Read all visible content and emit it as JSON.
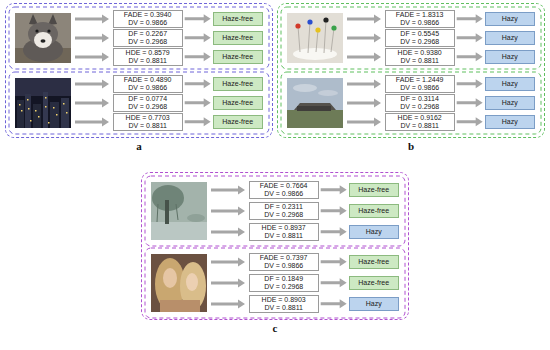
{
  "diagram": {
    "nodes": [
      {
        "text": [
          "a"
        ]
      },
      {
        "text": [
          "FADE = 0.3940",
          "DV = 0.9866"
        ],
        "in": 0
      },
      {
        "text": [
          "Haze-free"
        ],
        "in": 0
      },
      {
        "text": [
          "DF = 0.2267",
          "DV = 0.2968"
        ],
        "in": 0
      },
      {
        "text": [
          "Haze-free"
        ],
        "in": 0
      },
      {
        "text": [
          "HDE = 0.8579",
          "DV = 0.8811"
        ],
        "in": 0
      },
      {
        "text": [
          "Haze-free"
        ],
        "in": 0
      },
      {
        "text": [
          "FADE = 0.4890",
          "DV = 0.9866"
        ],
        "in": 0
      },
      {
        "text": [
          "Haze-free"
        ],
        "in": 0
      },
      {
        "text": [
          "DF = 0.0774",
          "DV = 0.2968"
        ],
        "in": 0
      },
      {
        "text": [
          "Haze-free"
        ],
        "in": 0
      },
      {
        "text": [
          "HDE = 0.7703",
          "DV = 0.8811"
        ],
        "in": 0
      },
      {
        "text": [
          "Haze-free"
        ],
        "in": 0
      },
      {
        "text": [
          "b"
        ]
      },
      {
        "text": [
          "FADE = 1.8313",
          "DV = 0.9866"
        ],
        "in": 13
      },
      {
        "text": [
          "Hazy"
        ],
        "in": 13
      },
      {
        "text": [
          "DF = 0.5545",
          "DV = 0.2968"
        ],
        "in": 13
      },
      {
        "text": [
          "Hazy"
        ],
        "in": 13
      },
      {
        "text": [
          "HDE = 0.9380",
          "DV = 0.8811"
        ],
        "in": 13
      },
      {
        "text": [
          "Hazy"
        ],
        "in": 13
      },
      {
        "text": [
          "FADE = 1.2449",
          "DV = 0.9866"
        ],
        "in": 13
      },
      {
        "text": [
          "Hazy"
        ],
        "in": 13
      },
      {
        "text": [
          "DF = 0.3114",
          "DV = 0.2968"
        ],
        "in": 13
      },
      {
        "text": [
          "Hazy"
        ],
        "in": 13
      },
      {
        "text": [
          "HDE = 0.9162",
          "DV = 0.8811"
        ],
        "in": 13
      },
      {
        "text": [
          "Hazy"
        ],
        "in": 13
      },
      {
        "text": [
          "c"
        ]
      },
      {
        "text": [
          "FADE = 0.7664",
          "DV = 0.9866"
        ],
        "in": 26
      },
      {
        "text": [
          "Haze-free"
        ],
        "in": 26
      },
      {
        "text": [
          "DF = 0.2311",
          "DV = 0.2968"
        ],
        "in": 26
      },
      {
        "text": [
          "Haze-free"
        ],
        "in": 26
      },
      {
        "text": [
          "HDE = 0.8937",
          "DV = 0.8811"
        ],
        "in": 26
      },
      {
        "text": [
          "Hazy"
        ],
        "in": 26
      },
      {
        "text": [
          "FADE = 0.7397",
          "DV = 0.9866"
        ],
        "in": 26
      },
      {
        "text": [
          "Haze-free"
        ],
        "in": 26
      },
      {
        "text": [
          "DF = 0.1849",
          "DV = 0.2968"
        ],
        "in": 26
      },
      {
        "text": [
          "Haze-free"
        ],
        "in": 26
      },
      {
        "text": [
          "HDE = 0.8903",
          "DV = 0.8811"
        ],
        "in": 26
      },
      {
        "text": [
          "Hazy"
        ],
        "in": 26
      }
    ],
    "edges": [
      {
        "from": 1,
        "to": 2,
        "arrow": "to"
      },
      {
        "from": 3,
        "to": 4,
        "arrow": "to"
      },
      {
        "from": 5,
        "to": 6,
        "arrow": "to"
      },
      {
        "from": 7,
        "to": 8,
        "arrow": "to"
      },
      {
        "from": 9,
        "to": 10,
        "arrow": "to"
      },
      {
        "from": 11,
        "to": 12,
        "arrow": "to"
      },
      {
        "from": 14,
        "to": 15,
        "arrow": "to"
      },
      {
        "from": 16,
        "to": 17,
        "arrow": "to"
      },
      {
        "from": 18,
        "to": 19,
        "arrow": "to"
      },
      {
        "from": 20,
        "to": 21,
        "arrow": "to"
      },
      {
        "from": 22,
        "to": 23,
        "arrow": "to"
      },
      {
        "from": 24,
        "to": 25,
        "arrow": "to"
      },
      {
        "from": 27,
        "to": 28,
        "arrow": "to"
      },
      {
        "from": 29,
        "to": 30,
        "arrow": "to"
      },
      {
        "from": 31,
        "to": 32,
        "arrow": "to"
      },
      {
        "from": 33,
        "to": 34,
        "arrow": "to"
      },
      {
        "from": 35,
        "to": 36,
        "arrow": "to"
      },
      {
        "from": 37,
        "to": 38,
        "arrow": "to"
      }
    ]
  }
}
